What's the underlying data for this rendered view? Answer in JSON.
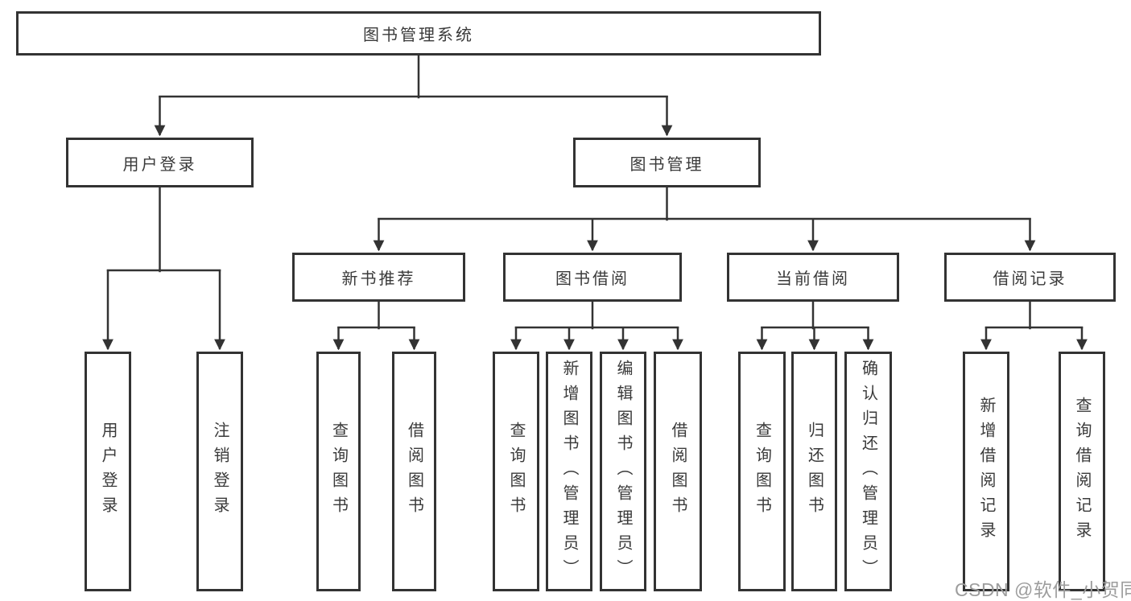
{
  "colors": {
    "border": "#333333",
    "line": "#333333",
    "text": "#3a3a3a",
    "background": "#ffffff",
    "watermark": "#9d9d9d"
  },
  "watermark": {
    "text": "CSDN @软件_小贺同学"
  },
  "tree": {
    "root": {
      "label": "图书管理系统"
    },
    "branches": [
      {
        "label": "用户登录",
        "children": [
          {
            "label": "用户登录"
          },
          {
            "label": "注销登录"
          }
        ]
      },
      {
        "label": "图书管理",
        "children": [
          {
            "label": "新书推荐",
            "children": [
              {
                "label": "查询图书"
              },
              {
                "label": "借阅图书"
              }
            ]
          },
          {
            "label": "图书借阅",
            "children": [
              {
                "label": "查询图书"
              },
              {
                "label": "新增图书（管理员）"
              },
              {
                "label": "编辑图书（管理员）"
              },
              {
                "label": "借阅图书"
              }
            ]
          },
          {
            "label": "当前借阅",
            "children": [
              {
                "label": "查询图书"
              },
              {
                "label": "归还图书"
              },
              {
                "label": "确认归还（管理员）"
              }
            ]
          },
          {
            "label": "借阅记录",
            "children": [
              {
                "label": "新增借阅记录"
              },
              {
                "label": "查询借阅记录"
              }
            ]
          }
        ]
      }
    ]
  }
}
